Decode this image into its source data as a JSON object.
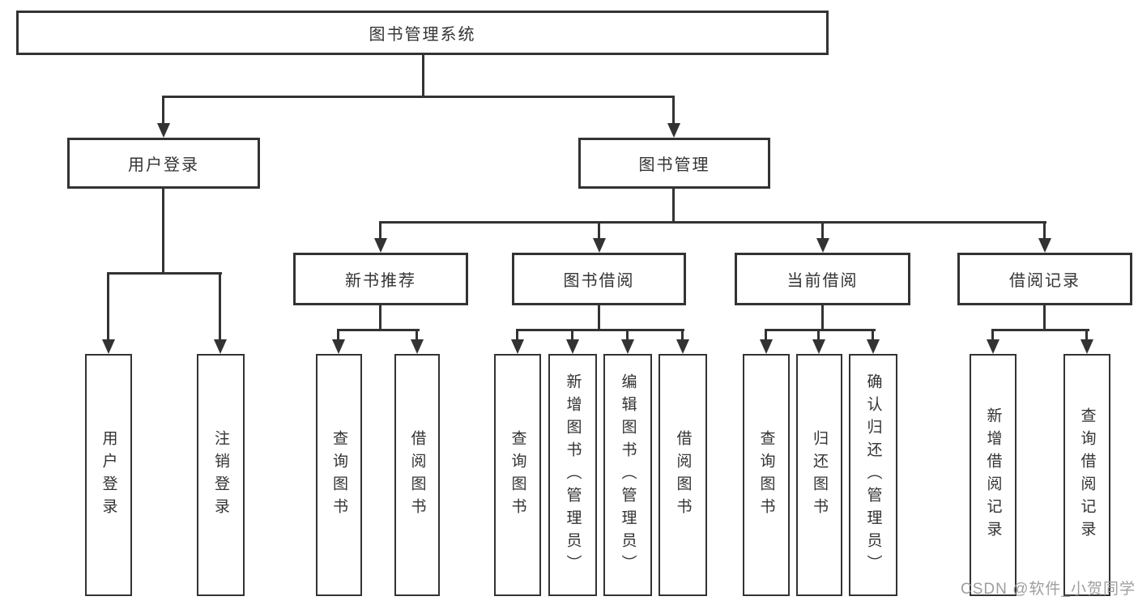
{
  "colors": {
    "line": "#333333",
    "box_background": "#ffffff",
    "text": "#333333",
    "watermark": "#9e9e9e"
  },
  "watermark": {
    "text": "CSDN @软件_小贺同学"
  },
  "tree": {
    "root": "图书管理系统",
    "children": [
      {
        "label": "用户登录",
        "children": [
          "用户登录",
          "注销登录"
        ]
      },
      {
        "label": "图书管理",
        "children": [
          {
            "label": "新书推荐",
            "children": [
              "查询图书",
              "借阅图书"
            ]
          },
          {
            "label": "图书借阅",
            "children": [
              "查询图书",
              "新增图书（管理员）",
              "编辑图书（管理员）",
              "借阅图书"
            ]
          },
          {
            "label": "当前借阅",
            "children": [
              "查询图书",
              "归还图书",
              "确认归还（管理员）"
            ]
          },
          {
            "label": "借阅记录",
            "children": [
              "新增借阅记录",
              "查询借阅记录"
            ]
          }
        ]
      }
    ]
  }
}
